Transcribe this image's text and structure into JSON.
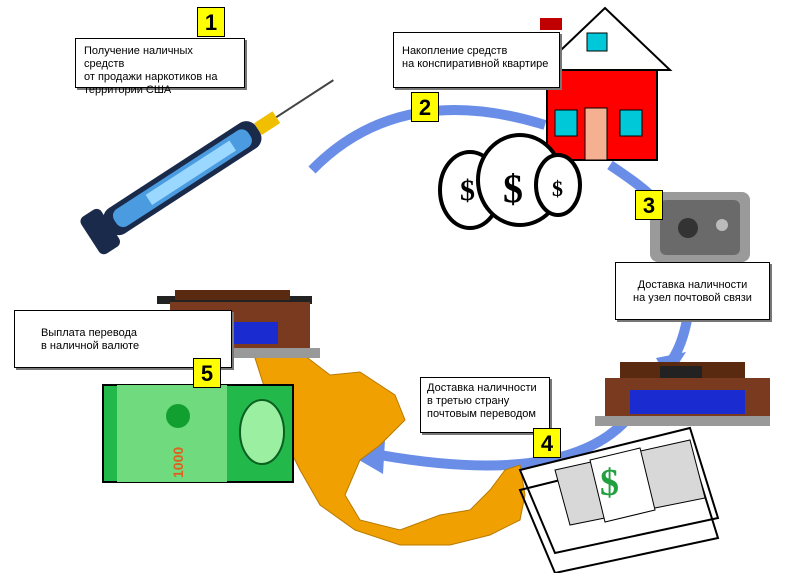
{
  "steps": [
    {
      "number": "1",
      "lines": [
        "Получение наличных средств",
        "от продажи наркотиков на",
        "территории США"
      ]
    },
    {
      "number": "2",
      "lines": [
        "Накопление средств",
        "на конспиративной квартире"
      ]
    },
    {
      "number": "3",
      "lines": [
        "Доставка наличности",
        "на узел почтовой связи"
      ]
    },
    {
      "number": "4",
      "lines": [
        "Доставка наличности",
        "в третью страну",
        "почтовым переводом"
      ]
    },
    {
      "number": "5",
      "lines": [
        "Выплата перевода",
        "в наличной валюте"
      ]
    }
  ],
  "banknote": {
    "denomination": "1000"
  },
  "money_symbol": "$",
  "icons": [
    "syringe-icon",
    "house-icon",
    "money-bags-icon",
    "safe-icon",
    "post-office-icon",
    "banknote-stack-icon",
    "mexico-map-icon",
    "foreign-banknote-icon"
  ],
  "colors": {
    "arrow": "#6a8ee8",
    "number_badge": "#ffff00",
    "map": "#f0a000",
    "house": "#ff0000",
    "banknote": "#22b84a"
  }
}
